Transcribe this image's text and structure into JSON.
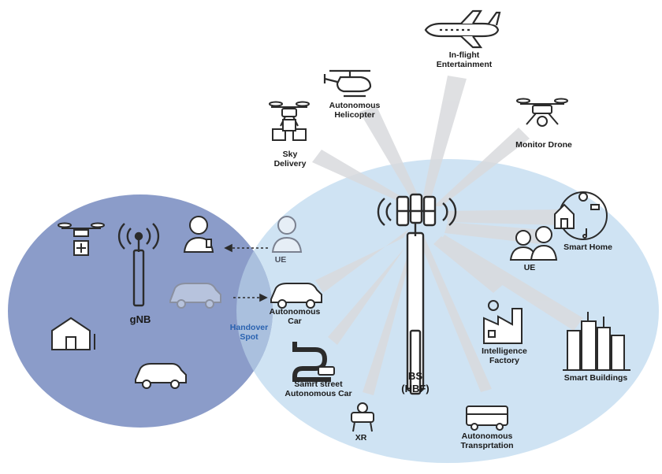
{
  "labels": {
    "inflight": "In-flight\nEntertainment",
    "helicopter": "Autonomous\nHelicopter",
    "sky_delivery": "Sky\nDelivery",
    "monitor_drone": "Monitor Drone",
    "smart_home": "Smart Home",
    "ue_right": "UE",
    "ue_left": "UE",
    "autonomous_car": "Autonomous\nCar",
    "handover": "Handover\nSpot",
    "gnb": "gNB",
    "intelligence_factory": "Intelligence\nFactory",
    "smart_buildings": "Smart Buildings",
    "smart_street": "Samrt street\nAutonomous Car",
    "bs": "BS\n(HBF)",
    "xr": "XR",
    "transportation": "Autonomous\nTransprtation"
  },
  "colors": {
    "large_cell": "#cfe3f3",
    "small_cell": "#8b9cc9",
    "beam": "#d9dadd",
    "icon": "#2b2b2b",
    "handover_text": "#2a62b0"
  },
  "icons": [
    "airplane-icon",
    "helicopter-icon",
    "delivery-drone-icon",
    "monitor-drone-icon",
    "smart-home-icon",
    "person-icon",
    "car-icon",
    "cell-tower-icon",
    "house-icon",
    "factory-icon",
    "buildings-icon",
    "road-icon",
    "vr-headset-icon",
    "bus-icon"
  ]
}
